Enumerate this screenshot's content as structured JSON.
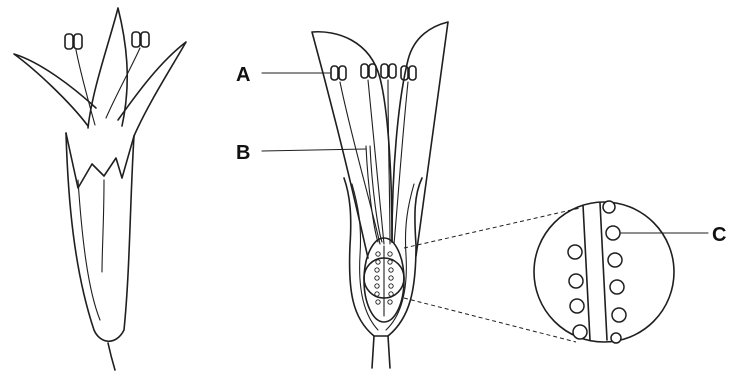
{
  "labels": {
    "a": "A",
    "b": "B",
    "c": "C"
  },
  "colors": {
    "ink": "#1f1f1f",
    "background": "#ffffff"
  }
}
